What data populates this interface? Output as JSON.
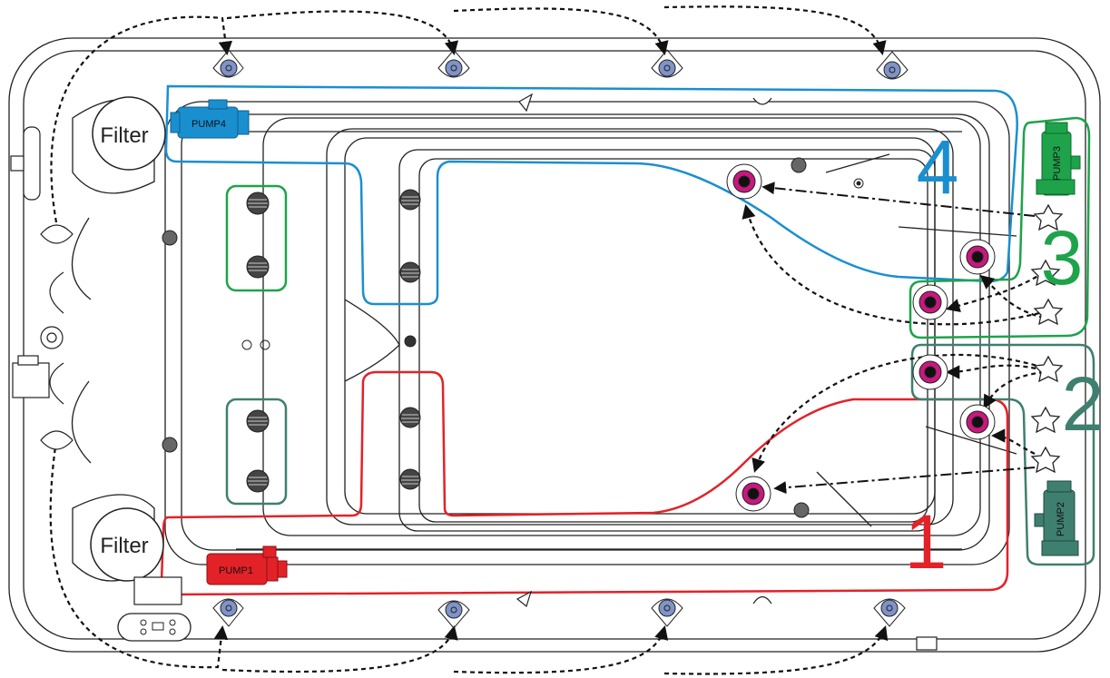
{
  "labels": {
    "filter_top": "Filter",
    "filter_bottom": "Filter",
    "pump1": "PUMP1",
    "pump2": "PUMP2",
    "pump3": "PUMP3",
    "pump4": "PUMP4",
    "zone1": "1",
    "zone2": "2",
    "zone3": "3",
    "zone4": "4"
  },
  "colors": {
    "zone1": "#e32228",
    "zone2": "#3f7f6f",
    "zone3": "#1ea34a",
    "zone4": "#1a8fd0",
    "pump1": "#e32228",
    "pump2": "#3f7f6f",
    "pump3": "#1ea34a",
    "pump4": "#1a8fd0",
    "jet_ring": "#c8187e",
    "light": "#7f93c7",
    "outline": "#222222"
  },
  "icons": [
    "filter-icon",
    "pump-icon",
    "jet-icon",
    "star-valve-icon",
    "light-icon",
    "grate-icon",
    "control-panel-icon"
  ]
}
